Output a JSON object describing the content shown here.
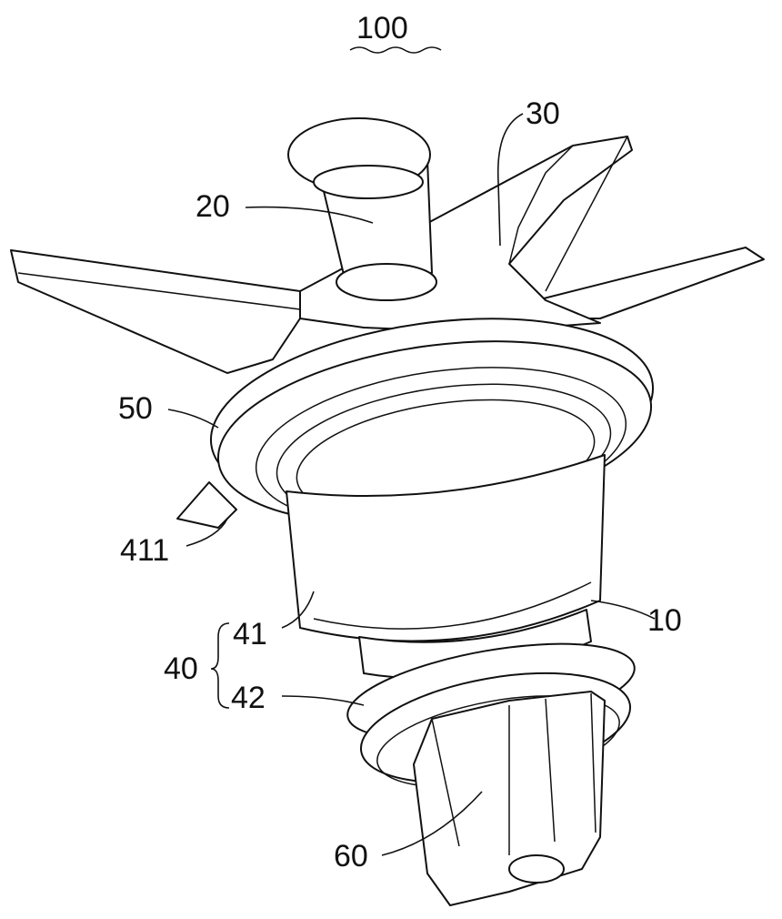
{
  "figure": {
    "title": "100",
    "labels": {
      "blade": "30",
      "cap": "20",
      "flange": "50",
      "ring_edge": "411",
      "part_41": "41",
      "group_40": "40",
      "part_42": "42",
      "body": "10",
      "shaft": "60"
    }
  }
}
